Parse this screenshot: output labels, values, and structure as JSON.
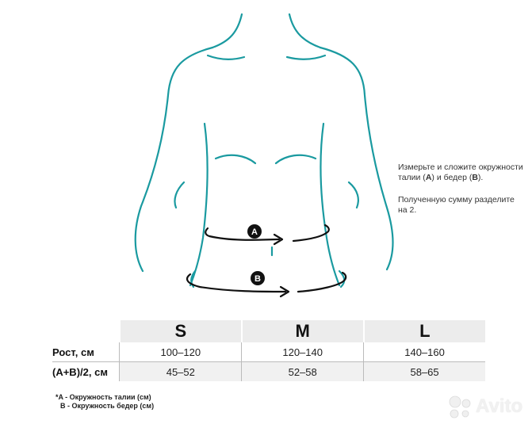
{
  "instructions": {
    "line1_pre": "Измерьте и сложите окружности талии (",
    "line1_a": "A",
    "line1_mid": ") и бедер (",
    "line1_b": "B",
    "line1_post": ").",
    "line2": "Полученную сумму разделите на 2."
  },
  "markers": {
    "a": "A",
    "b": "B"
  },
  "table": {
    "sizes": [
      "S",
      "M",
      "L"
    ],
    "rows": [
      {
        "label": "Рост, см",
        "values": [
          "100–120",
          "120–140",
          "140–160"
        ]
      },
      {
        "label": "(A+B)/2, см",
        "values": [
          "45–52",
          "52–58",
          "58–65"
        ]
      }
    ]
  },
  "footnotes": {
    "a": "*A - Окружность талии (см)",
    "b": "B - Окружность бедер (см)"
  },
  "watermark": {
    "text": "Avito"
  },
  "colors": {
    "outline": "#1a9aa0",
    "arrow": "#111111",
    "header_bg": "#ececec"
  }
}
